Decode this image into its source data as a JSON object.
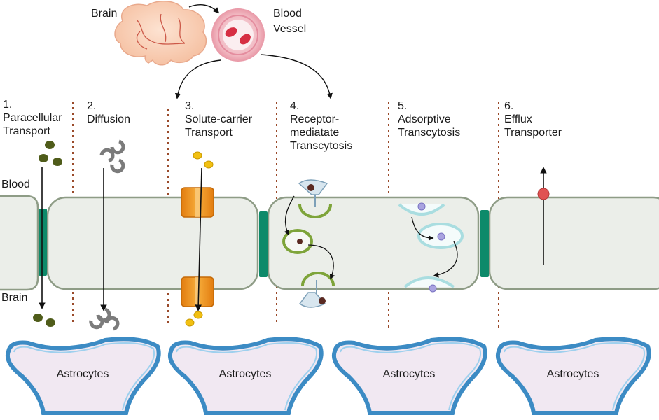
{
  "top": {
    "brain_label": "Brain",
    "vessel_label_line1": "Blood",
    "vessel_label_line2": "Vessel"
  },
  "side": {
    "blood_label": "Blood",
    "brain_label": "Brain"
  },
  "mechanisms": [
    {
      "number": "1.",
      "line1": "Paracellular",
      "line2": "Transport",
      "line3": ""
    },
    {
      "number": "2.",
      "line1": "Diffusion",
      "line2": "",
      "line3": ""
    },
    {
      "number": "3.",
      "line1": "Solute-carrier",
      "line2": "Transport",
      "line3": ""
    },
    {
      "number": "4.",
      "line1": "Receptor-",
      "line2": "mediatate",
      "line3": "Transcytosis"
    },
    {
      "number": "5.",
      "line1": "Adsorptive",
      "line2": "Transcytosis",
      "line3": ""
    },
    {
      "number": "6.",
      "line1": "Efflux",
      "line2": "Transporter",
      "line3": ""
    }
  ],
  "astrocytes": [
    "Astrocytes",
    "Astrocytes",
    "Astrocytes",
    "Astrocytes"
  ],
  "colors": {
    "cell_fill": "#ebeee9",
    "cell_stroke": "#8e9c86",
    "tight_junction": "#0d8a6a",
    "particle_olive": "#4f5c1a",
    "transporter_orange": "#f39a1e",
    "solute_yellow": "#f2c012",
    "vesicle_green": "#7ea43a",
    "vesicle_cyan": "#a9dde0",
    "astro_border": "#3c8bc4",
    "astro_fill": "#f1e8f2",
    "efflux_red": "#e05252",
    "divider": "#9a4a2a"
  }
}
